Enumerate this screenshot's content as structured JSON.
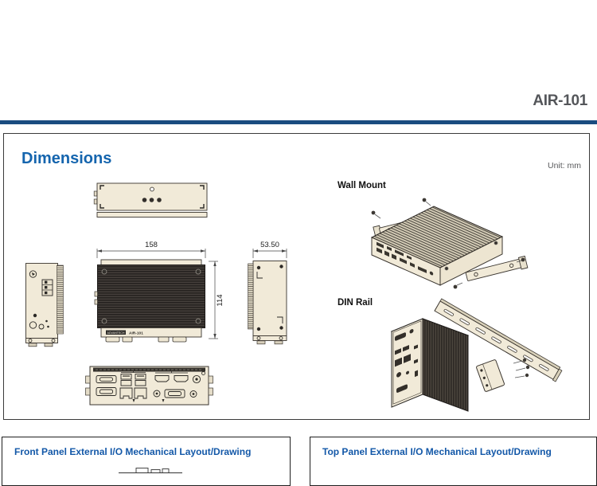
{
  "header": {
    "product": "AIR-101"
  },
  "dimensions": {
    "title": "Dimensions",
    "unit": "Unit: mm",
    "width_mm": "158",
    "height_mm": "114",
    "depth_mm": "53.50",
    "wall_mount_label": "Wall Mount",
    "din_rail_label": "DIN Rail",
    "device_badge": "ADVANTECH",
    "device_model": "AIR-101"
  },
  "panels": {
    "front_io_title": "Front Panel External I/O Mechanical Layout/Drawing",
    "top_io_title": "Top Panel External I/O Mechanical Layout/Drawing"
  },
  "colors": {
    "accent_blue": "#1A4C80",
    "heading_blue": "#1565AE",
    "panel_title_blue": "#1358A8",
    "header_gray": "#54565A",
    "device_beige": "#F1EAD8",
    "fin_dark": "#26221F"
  }
}
